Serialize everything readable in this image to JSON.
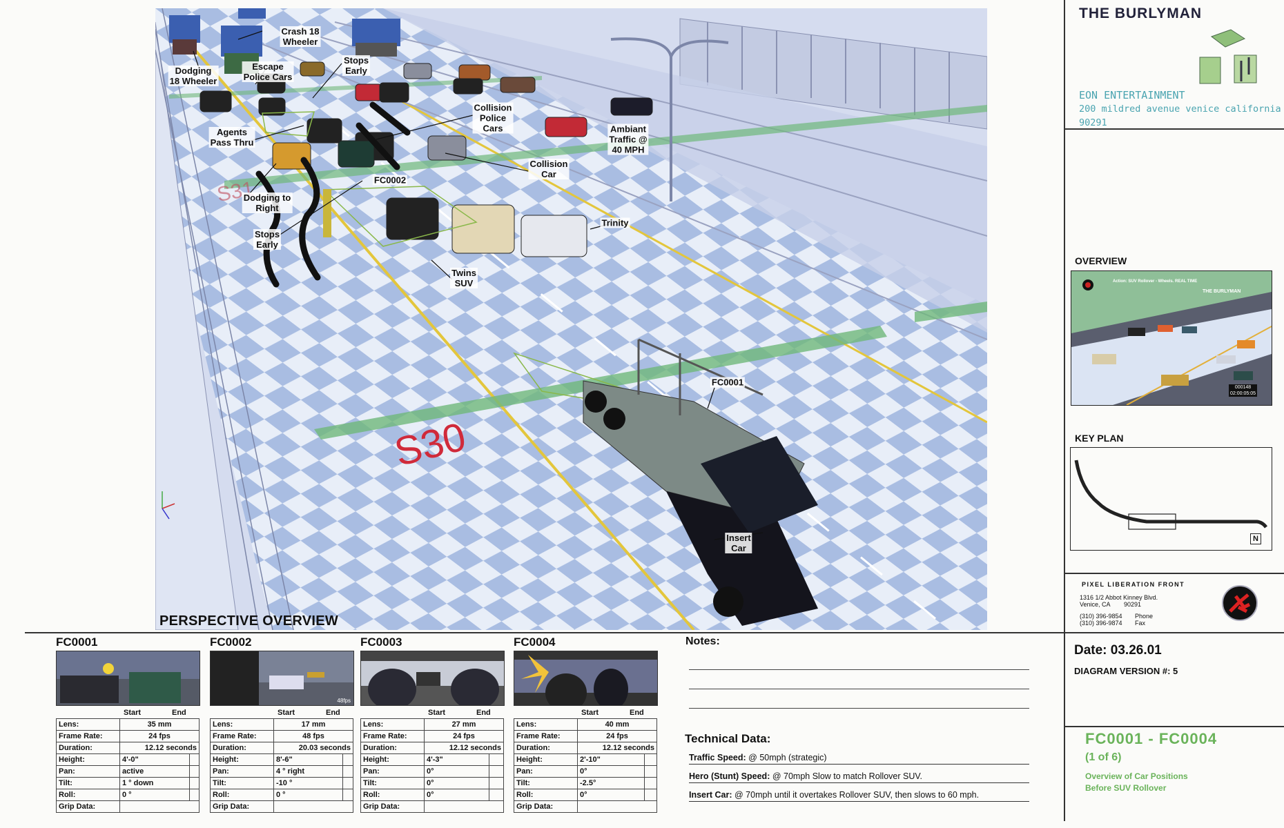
{
  "scene": {
    "caption": "PERSPECTIVE OVERVIEW",
    "road_marking": "S30",
    "labels": {
      "crash_18_wheeler": "Crash 18\nWheeler",
      "dodging_18_wheeler": "Dodging\n18 Wheeler",
      "escape_police_cars": "Escape\nPolice Cars",
      "stops_early_top": "Stops\nEarly",
      "collision_police_cars": "Collision\nPolice\nCars",
      "ambient_traffic": "Ambiant\nTraffic @\n40 MPH",
      "agents_pass_thru": "Agents\nPass Thru",
      "fc0002": "FC0002",
      "collision_car": "Collision\nCar",
      "dodging_to_right": "Dodging to\nRight",
      "trinity": "Trinity",
      "stops_early_bottom": "Stops\nEarly",
      "twins_suv": "Twins\nSUV",
      "fc0001": "FC0001",
      "insert_car": "Insert\nCar"
    }
  },
  "title_block": {
    "production": "THE BURLYMAN",
    "company": "EON ENTERTAINMENT",
    "address": "200 mildred avenue   venice california 90291"
  },
  "overview": {
    "heading": "OVERVIEW",
    "thumb_title": "THE BURLYMAN",
    "thumb_action": "Action: SUV Rollover - Wheels. REAL TIME",
    "thumb_counter": "000148",
    "thumb_timecode": "02:00:05:05"
  },
  "key_plan": {
    "heading": "KEY PLAN",
    "north": "N"
  },
  "studio": {
    "name": "PIXEL LIBERATION FRONT",
    "address_line1": "1316 1/2 Abbot Kinney Blvd.",
    "address_line2": "Venice, CA        90291",
    "phone": "(310) 396-9854",
    "phone_label": "Phone",
    "fax": "(310) 396-9874",
    "fax_label": "Fax"
  },
  "info": {
    "date": "Date: 03.26.01",
    "version": "DIAGRAM VERSION #: 5",
    "range": "FC0001 - FC0004",
    "page": "(1 of 6)",
    "desc1": "Overview of Car Positions",
    "desc2": "Before SUV Rollover"
  },
  "notes": {
    "heading": "Notes:"
  },
  "technical": {
    "heading": "Technical Data:",
    "rows": [
      {
        "label": "Traffic Speed:",
        "value": "@ 50mph (strategic)"
      },
      {
        "label": "Hero (Stunt) Speed:",
        "value": "@ 70mph Slow to match Rollover SUV."
      },
      {
        "label": "Insert Car:",
        "value": "@ 70mph until it overtakes Rollover SUV, then slows to 60 mph."
      }
    ]
  },
  "table_headers": {
    "start": "Start",
    "end": "End",
    "lens": "Lens:",
    "frame_rate": "Frame Rate:",
    "duration": "Duration:",
    "height": "Height:",
    "pan": "Pan:",
    "tilt": "Tilt:",
    "roll": "Roll:",
    "grip": "Grip Data:"
  },
  "cameras": [
    {
      "id": "FC0001",
      "lens": "35 mm",
      "frame_rate": "24 fps",
      "duration": "12.12 seconds",
      "height": "4'-0\"",
      "pan": "active",
      "tilt": "1 ° down",
      "roll": "0 °",
      "thumb_tag": ""
    },
    {
      "id": "FC0002",
      "lens": "17 mm",
      "frame_rate": "48 fps",
      "duration": "20.03 seconds",
      "height": "8'-6\"",
      "pan": "4 ° right",
      "tilt": "-10 °",
      "roll": "0 °",
      "thumb_tag": "48fps"
    },
    {
      "id": "FC0003",
      "lens": "27 mm",
      "frame_rate": "24 fps",
      "duration": "12.12 seconds",
      "height": "4'-3\"",
      "pan": "0°",
      "tilt": "0°",
      "roll": "0°",
      "thumb_tag": ""
    },
    {
      "id": "FC0004",
      "lens": "40 mm",
      "frame_rate": "24 fps",
      "duration": "12.12 seconds",
      "height": "2'-10\"",
      "pan": "0°",
      "tilt": "-2.5°",
      "roll": "0°",
      "thumb_tag": ""
    }
  ],
  "colors": {
    "accent_green": "#6ab35a",
    "eon_teal": "#4aa4b0",
    "scene_bg": "#cdd6ec"
  }
}
